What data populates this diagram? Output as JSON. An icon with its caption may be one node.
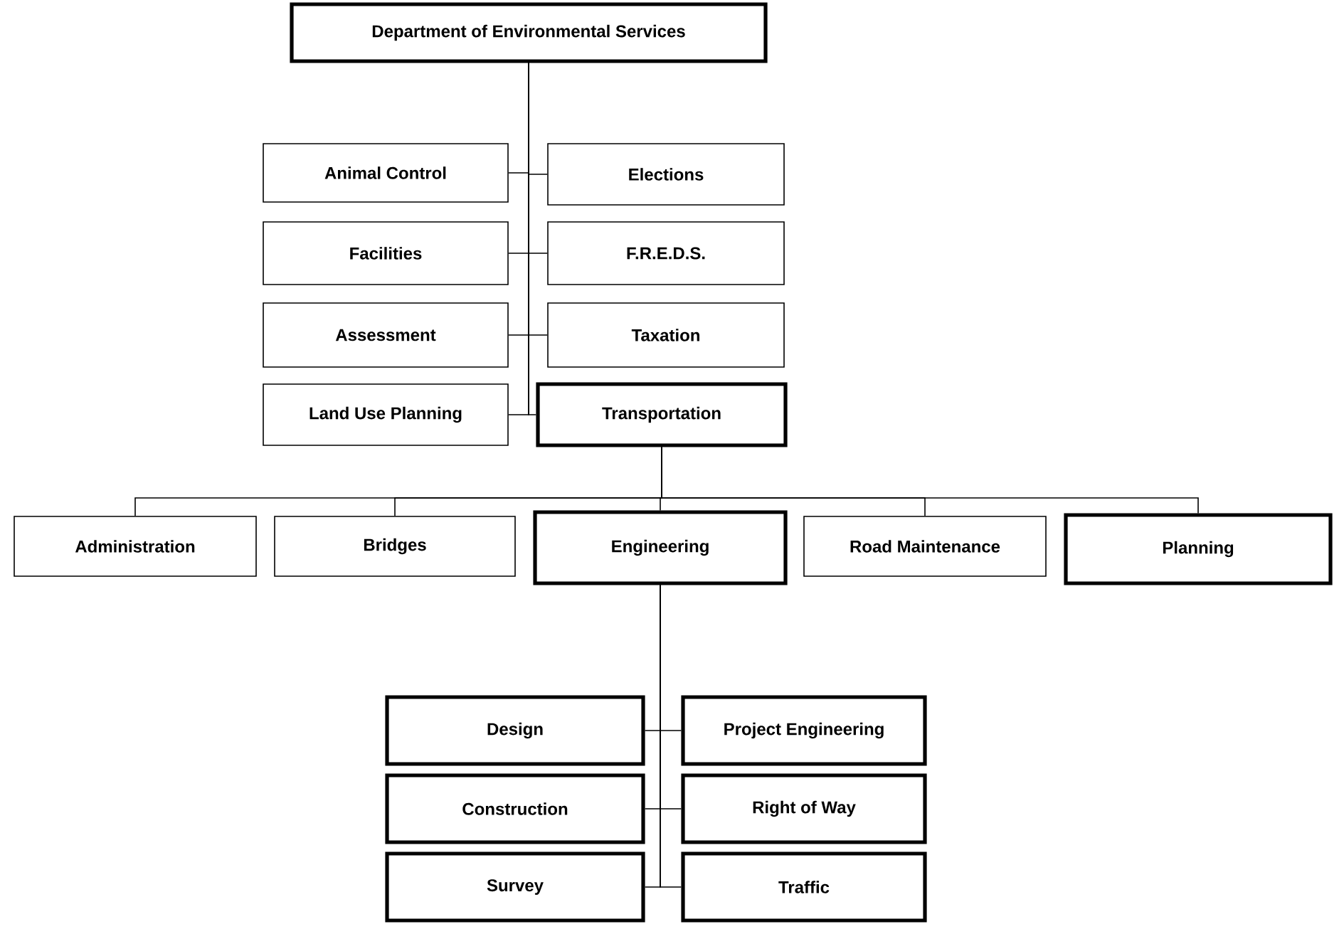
{
  "diagram": {
    "nodes": [
      {
        "text": [
          "Department of Environmental Services"
        ]
      },
      {
        "text": [
          "Animal Control"
        ]
      },
      {
        "text": [
          "Elections"
        ]
      },
      {
        "text": [
          "Facilities"
        ]
      },
      {
        "text": [
          "F.R.E.D.S."
        ]
      },
      {
        "text": [
          "Assessment"
        ]
      },
      {
        "text": [
          "Taxation"
        ]
      },
      {
        "text": [
          "Land Use Planning"
        ]
      },
      {
        "text": [
          "Transportation"
        ]
      },
      {
        "text": [
          "Administration"
        ]
      },
      {
        "text": [
          "Bridges"
        ]
      },
      {
        "text": [
          "Engineering"
        ]
      },
      {
        "text": [
          "Road Maintenance"
        ]
      },
      {
        "text": [
          "Planning"
        ]
      },
      {
        "text": [
          "Design"
        ]
      },
      {
        "text": [
          "Project Engineering"
        ]
      },
      {
        "text": [
          "Construction"
        ]
      },
      {
        "text": [
          "Right of Way"
        ]
      },
      {
        "text": [
          "Survey"
        ]
      },
      {
        "text": [
          "Traffic"
        ]
      }
    ],
    "edges": [
      {
        "from": 0,
        "to": 1,
        "arrow": "none"
      },
      {
        "from": 0,
        "to": 2,
        "arrow": "none"
      },
      {
        "from": 0,
        "to": 3,
        "arrow": "none"
      },
      {
        "from": 0,
        "to": 4,
        "arrow": "none"
      },
      {
        "from": 0,
        "to": 5,
        "arrow": "none"
      },
      {
        "from": 0,
        "to": 6,
        "arrow": "none"
      },
      {
        "from": 0,
        "to": 7,
        "arrow": "none"
      },
      {
        "from": 0,
        "to": 8,
        "arrow": "none"
      },
      {
        "from": 8,
        "to": 9,
        "arrow": "none"
      },
      {
        "from": 8,
        "to": 10,
        "arrow": "none"
      },
      {
        "from": 8,
        "to": 11,
        "arrow": "none"
      },
      {
        "from": 8,
        "to": 12,
        "arrow": "none"
      },
      {
        "from": 8,
        "to": 13,
        "arrow": "none"
      },
      {
        "from": 11,
        "to": 14,
        "arrow": "none"
      },
      {
        "from": 11,
        "to": 15,
        "arrow": "none"
      },
      {
        "from": 11,
        "to": 16,
        "arrow": "none"
      },
      {
        "from": 11,
        "to": 17,
        "arrow": "none"
      },
      {
        "from": 11,
        "to": 18,
        "arrow": "none"
      },
      {
        "from": 11,
        "to": 19,
        "arrow": "none"
      }
    ]
  }
}
